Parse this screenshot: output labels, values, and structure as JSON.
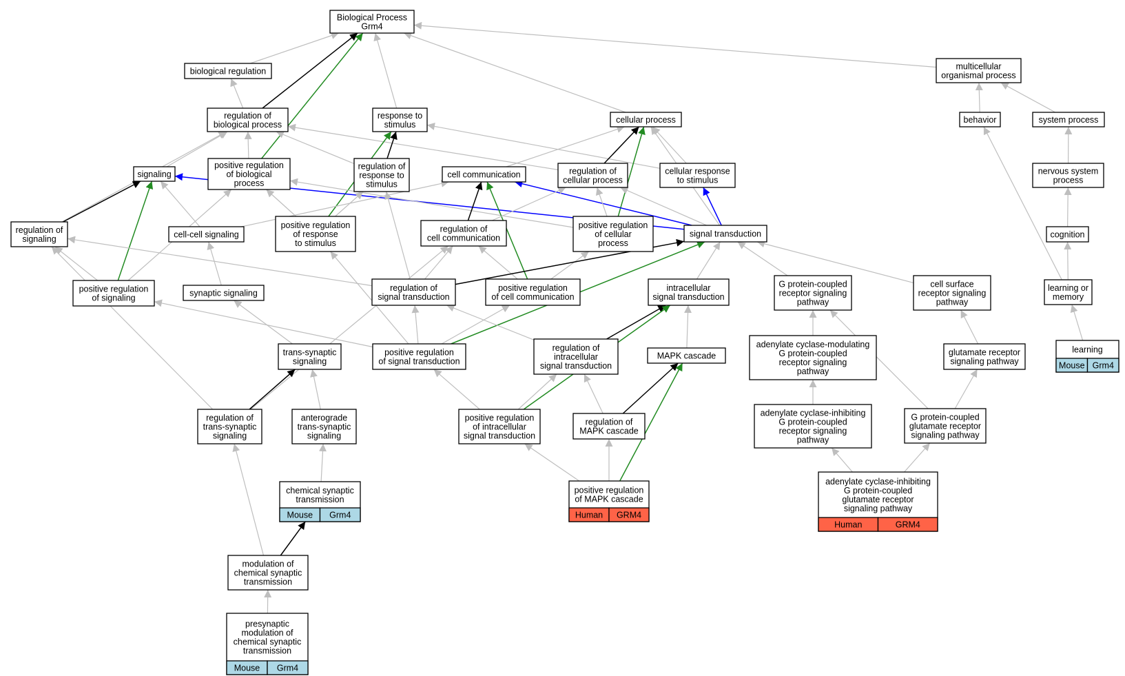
{
  "colors": {
    "gray": "#bebebe",
    "black": "#000000",
    "green": "#228b22",
    "blue": "#0000ff",
    "mouse": "#add8e6",
    "human": "#ff6347"
  },
  "nodes": [
    {
      "id": "bp",
      "lines": [
        "Biological Process",
        "Grm4"
      ]
    },
    {
      "id": "biolreg",
      "lines": [
        "biological regulation"
      ]
    },
    {
      "id": "multi",
      "lines": [
        "multicellular",
        "organismal process"
      ]
    },
    {
      "id": "regbio",
      "lines": [
        "regulation of",
        "biological process"
      ]
    },
    {
      "id": "resp",
      "lines": [
        "response to",
        "stimulus"
      ]
    },
    {
      "id": "cellproc",
      "lines": [
        "cellular process"
      ]
    },
    {
      "id": "behavior",
      "lines": [
        "behavior"
      ]
    },
    {
      "id": "sysproc",
      "lines": [
        "system process"
      ]
    },
    {
      "id": "signaling",
      "lines": [
        "signaling"
      ]
    },
    {
      "id": "posregbio",
      "lines": [
        "positive regulation",
        "of biological",
        "process"
      ]
    },
    {
      "id": "regresp",
      "lines": [
        "regulation of",
        "response to",
        "stimulus"
      ]
    },
    {
      "id": "cellcomm",
      "lines": [
        "cell communication"
      ]
    },
    {
      "id": "regcell",
      "lines": [
        "regulation of",
        "cellular process"
      ]
    },
    {
      "id": "cellresp",
      "lines": [
        "cellular response",
        "to stimulus"
      ]
    },
    {
      "id": "nervous",
      "lines": [
        "nervous system",
        "process"
      ]
    },
    {
      "id": "regsig",
      "lines": [
        "regulation of",
        "signaling"
      ]
    },
    {
      "id": "cellcell",
      "lines": [
        "cell-cell signaling"
      ]
    },
    {
      "id": "posregresp",
      "lines": [
        "positive regulation",
        "of response",
        "to stimulus"
      ]
    },
    {
      "id": "regcellcomm",
      "lines": [
        "regulation of",
        "cell communication"
      ]
    },
    {
      "id": "posregcell",
      "lines": [
        "positive regulation",
        "of cellular",
        "process"
      ]
    },
    {
      "id": "sigtrans",
      "lines": [
        "signal transduction"
      ]
    },
    {
      "id": "cognition",
      "lines": [
        "cognition"
      ]
    },
    {
      "id": "posregsig",
      "lines": [
        "positive regulation",
        "of signaling"
      ]
    },
    {
      "id": "synsig",
      "lines": [
        "synaptic signaling"
      ]
    },
    {
      "id": "regsigtrans",
      "lines": [
        "regulation of",
        "signal transduction"
      ]
    },
    {
      "id": "posregcellcomm",
      "lines": [
        "positive regulation",
        "of cell communication"
      ]
    },
    {
      "id": "intrasig",
      "lines": [
        "intracellular",
        "signal transduction"
      ]
    },
    {
      "id": "gpcr",
      "lines": [
        "G protein-coupled",
        "receptor signaling",
        "pathway"
      ]
    },
    {
      "id": "surface",
      "lines": [
        "cell surface",
        "receptor signaling",
        "pathway"
      ]
    },
    {
      "id": "learnmem",
      "lines": [
        "learning or",
        "memory"
      ]
    },
    {
      "id": "transsyn",
      "lines": [
        "trans-synaptic",
        "signaling"
      ]
    },
    {
      "id": "posregsigtrans",
      "lines": [
        "positive regulation",
        "of signal transduction"
      ]
    },
    {
      "id": "regintra",
      "lines": [
        "regulation of",
        "intracellular",
        "signal transduction"
      ]
    },
    {
      "id": "mapk",
      "lines": [
        "MAPK cascade"
      ]
    },
    {
      "id": "acmod",
      "lines": [
        "adenylate cyclase-modulating",
        "G protein-coupled",
        "receptor signaling",
        "pathway"
      ]
    },
    {
      "id": "glureceptor",
      "lines": [
        "glutamate receptor",
        "signaling pathway"
      ]
    },
    {
      "id": "learning",
      "lines": [
        "learning"
      ],
      "tag": [
        "Mouse",
        "Grm4"
      ],
      "tagColor": "mouse"
    },
    {
      "id": "regtranssyn",
      "lines": [
        "regulation of",
        "trans-synaptic",
        "signaling"
      ]
    },
    {
      "id": "antero",
      "lines": [
        "anterograde",
        "trans-synaptic",
        "signaling"
      ]
    },
    {
      "id": "posregintra",
      "lines": [
        "positive regulation",
        "of intracellular",
        "signal transduction"
      ]
    },
    {
      "id": "regmapk",
      "lines": [
        "regulation of",
        "MAPK cascade"
      ]
    },
    {
      "id": "acinh",
      "lines": [
        "adenylate cyclase-inhibiting",
        "G protein-coupled",
        "receptor signaling",
        "pathway"
      ]
    },
    {
      "id": "gpglu",
      "lines": [
        "G protein-coupled",
        "glutamate receptor",
        "signaling pathway"
      ]
    },
    {
      "id": "chemsyn",
      "lines": [
        "chemical synaptic",
        "transmission"
      ],
      "tag": [
        "Mouse",
        "Grm4"
      ],
      "tagColor": "mouse"
    },
    {
      "id": "posregmapk",
      "lines": [
        "positive regulation",
        "of MAPK cascade"
      ],
      "tag": [
        "Human",
        "GRM4"
      ],
      "tagColor": "human"
    },
    {
      "id": "acinhglu",
      "lines": [
        "adenylate cyclase-inhibiting",
        "G protein-coupled",
        "glutamate receptor",
        "signaling pathway"
      ],
      "tag": [
        "Human",
        "GRM4"
      ],
      "tagColor": "human"
    },
    {
      "id": "modchem",
      "lines": [
        "modulation of",
        "chemical synaptic",
        "transmission"
      ]
    },
    {
      "id": "presyn",
      "lines": [
        "presynaptic",
        "modulation of",
        "chemical synaptic",
        "transmission"
      ],
      "tag": [
        "Mouse",
        "Grm4"
      ],
      "tagColor": "mouse"
    }
  ],
  "edges": [
    {
      "from": "biolreg",
      "to": "bp",
      "color": "gray"
    },
    {
      "from": "regbio",
      "to": "bp",
      "color": "black"
    },
    {
      "from": "posregbio",
      "to": "bp",
      "color": "green"
    },
    {
      "from": "resp",
      "to": "bp",
      "color": "gray"
    },
    {
      "from": "cellproc",
      "to": "bp",
      "color": "gray"
    },
    {
      "from": "multi",
      "to": "bp",
      "color": "gray"
    },
    {
      "from": "regbio",
      "to": "biolreg",
      "color": "gray"
    },
    {
      "from": "behavior",
      "to": "multi",
      "color": "gray"
    },
    {
      "from": "sysproc",
      "to": "multi",
      "color": "gray"
    },
    {
      "from": "signaling",
      "to": "regbio",
      "color": "gray"
    },
    {
      "from": "posregbio",
      "to": "regbio",
      "color": "gray"
    },
    {
      "from": "regresp",
      "to": "regbio",
      "color": "gray"
    },
    {
      "from": "regcell",
      "to": "regbio",
      "color": "gray"
    },
    {
      "from": "regsig",
      "to": "regbio",
      "color": "gray"
    },
    {
      "from": "regresp",
      "to": "resp",
      "color": "black"
    },
    {
      "from": "posregresp",
      "to": "resp",
      "color": "green"
    },
    {
      "from": "cellresp",
      "to": "resp",
      "color": "gray"
    },
    {
      "from": "regcell",
      "to": "cellproc",
      "color": "black"
    },
    {
      "from": "cellcomm",
      "to": "cellproc",
      "color": "gray"
    },
    {
      "from": "cellresp",
      "to": "cellproc",
      "color": "gray"
    },
    {
      "from": "posregcell",
      "to": "cellproc",
      "color": "green"
    },
    {
      "from": "sigtrans",
      "to": "cellproc",
      "color": "gray"
    },
    {
      "from": "nervous",
      "to": "sysproc",
      "color": "gray"
    },
    {
      "from": "regsig",
      "to": "signaling",
      "color": "black"
    },
    {
      "from": "posregsig",
      "to": "signaling",
      "color": "green"
    },
    {
      "from": "cellcell",
      "to": "signaling",
      "color": "gray"
    },
    {
      "from": "sigtrans",
      "to": "signaling",
      "color": "blue"
    },
    {
      "from": "posregsig",
      "to": "posregbio",
      "color": "gray"
    },
    {
      "from": "posregresp",
      "to": "posregbio",
      "color": "gray"
    },
    {
      "from": "posregcell",
      "to": "posregbio",
      "color": "gray"
    },
    {
      "from": "posregresp",
      "to": "regresp",
      "color": "gray"
    },
    {
      "from": "regsigtrans",
      "to": "regresp",
      "color": "gray"
    },
    {
      "from": "regcellcomm",
      "to": "cellcomm",
      "color": "black"
    },
    {
      "from": "posregcellcomm",
      "to": "cellcomm",
      "color": "green"
    },
    {
      "from": "sigtrans",
      "to": "cellcomm",
      "color": "blue"
    },
    {
      "from": "cellcell",
      "to": "cellcomm",
      "color": "gray"
    },
    {
      "from": "regcellcomm",
      "to": "regcell",
      "color": "gray"
    },
    {
      "from": "posregcell",
      "to": "regcell",
      "color": "gray"
    },
    {
      "from": "sigtrans",
      "to": "regcell",
      "color": "gray"
    },
    {
      "from": "sigtrans",
      "to": "cellresp",
      "color": "blue"
    },
    {
      "from": "cognition",
      "to": "nervous",
      "color": "gray"
    },
    {
      "from": "posregsig",
      "to": "regsig",
      "color": "gray"
    },
    {
      "from": "regsigtrans",
      "to": "regsig",
      "color": "gray"
    },
    {
      "from": "regtranssyn",
      "to": "regsig",
      "color": "gray"
    },
    {
      "from": "synsig",
      "to": "cellcell",
      "color": "gray"
    },
    {
      "from": "posregsigtrans",
      "to": "posregresp",
      "color": "gray"
    },
    {
      "from": "regsigtrans",
      "to": "regcellcomm",
      "color": "gray"
    },
    {
      "from": "posregcellcomm",
      "to": "regcellcomm",
      "color": "gray"
    },
    {
      "from": "regtranssyn",
      "to": "regcellcomm",
      "color": "gray"
    },
    {
      "from": "posregcellcomm",
      "to": "posregcell",
      "color": "gray"
    },
    {
      "from": "regsigtrans",
      "to": "sigtrans",
      "color": "black"
    },
    {
      "from": "posregsigtrans",
      "to": "sigtrans",
      "color": "green"
    },
    {
      "from": "intrasig",
      "to": "sigtrans",
      "color": "gray"
    },
    {
      "from": "gpcr",
      "to": "sigtrans",
      "color": "gray"
    },
    {
      "from": "surface",
      "to": "sigtrans",
      "color": "gray"
    },
    {
      "from": "learnmem",
      "to": "cognition",
      "color": "gray"
    },
    {
      "from": "learnmem",
      "to": "behavior",
      "color": "gray"
    },
    {
      "from": "posregsigtrans",
      "to": "posregsig",
      "color": "gray"
    },
    {
      "from": "transsyn",
      "to": "synsig",
      "color": "gray"
    },
    {
      "from": "posregsigtrans",
      "to": "regsigtrans",
      "color": "gray"
    },
    {
      "from": "regintra",
      "to": "regsigtrans",
      "color": "gray"
    },
    {
      "from": "posregsigtrans",
      "to": "posregcellcomm",
      "color": "gray"
    },
    {
      "from": "regintra",
      "to": "intrasig",
      "color": "black"
    },
    {
      "from": "posregintra",
      "to": "intrasig",
      "color": "green"
    },
    {
      "from": "mapk",
      "to": "intrasig",
      "color": "gray"
    },
    {
      "from": "acmod",
      "to": "gpcr",
      "color": "gray"
    },
    {
      "from": "gpglu",
      "to": "gpcr",
      "color": "gray"
    },
    {
      "from": "glureceptor",
      "to": "surface",
      "color": "gray"
    },
    {
      "from": "learning",
      "to": "learnmem",
      "color": "gray"
    },
    {
      "from": "regtranssyn",
      "to": "transsyn",
      "color": "black"
    },
    {
      "from": "antero",
      "to": "transsyn",
      "color": "gray"
    },
    {
      "from": "posregintra",
      "to": "posregsigtrans",
      "color": "gray"
    },
    {
      "from": "posregintra",
      "to": "regintra",
      "color": "gray"
    },
    {
      "from": "regmapk",
      "to": "regintra",
      "color": "gray"
    },
    {
      "from": "regmapk",
      "to": "mapk",
      "color": "black"
    },
    {
      "from": "posregmapk",
      "to": "mapk",
      "color": "green"
    },
    {
      "from": "acinh",
      "to": "acmod",
      "color": "gray"
    },
    {
      "from": "gpglu",
      "to": "glureceptor",
      "color": "gray"
    },
    {
      "from": "modchem",
      "to": "regtranssyn",
      "color": "gray"
    },
    {
      "from": "chemsyn",
      "to": "antero",
      "color": "gray"
    },
    {
      "from": "posregmapk",
      "to": "posregintra",
      "color": "gray"
    },
    {
      "from": "posregmapk",
      "to": "regmapk",
      "color": "gray"
    },
    {
      "from": "acinhglu",
      "to": "acinh",
      "color": "gray"
    },
    {
      "from": "acinhglu",
      "to": "gpglu",
      "color": "gray"
    },
    {
      "from": "modchem",
      "to": "chemsyn",
      "color": "black"
    },
    {
      "from": "presyn",
      "to": "modchem",
      "color": "gray"
    }
  ]
}
